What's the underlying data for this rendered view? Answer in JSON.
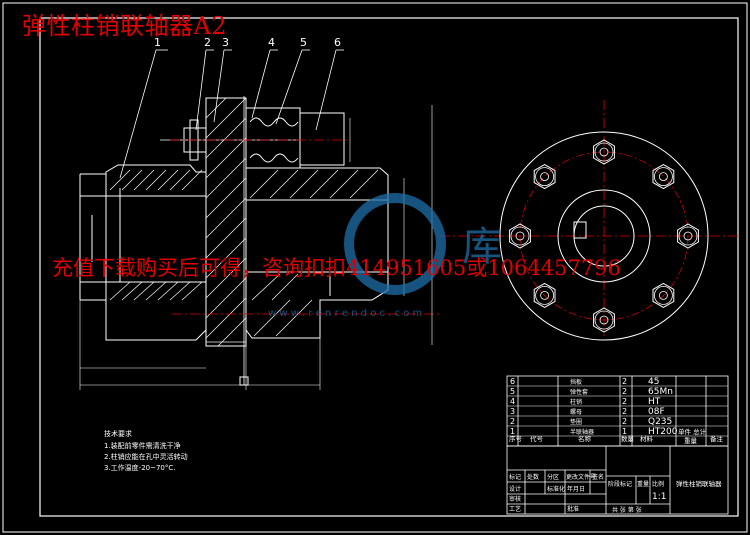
{
  "drawing": {
    "title": "弹性柱销联轴器A2",
    "watermark_text": "充值下载购买后可得，咨询扣扣414951605或1064457796",
    "watermark_site": "w w w . r e n r e n d o c . c o m",
    "colors": {
      "background": "#000000",
      "line": "#ffffff",
      "accent": "#e00000",
      "centerline": "#e00000",
      "watermark": "#1e6fa8"
    }
  },
  "part_callouts": [
    "1",
    "2",
    "3",
    "4",
    "5",
    "6"
  ],
  "notes": {
    "heading": "技术要求",
    "lines": [
      "1.装配前零件需清洗干净",
      "2.柱销应能在孔中灵活转动",
      "3.工作温度-20~70°C."
    ]
  },
  "parts_list": [
    {
      "no": "6",
      "name": "挡板",
      "qty": "2",
      "material": "45"
    },
    {
      "no": "5",
      "name": "弹性套",
      "qty": "2",
      "material": "65Mn"
    },
    {
      "no": "4",
      "name": "柱销",
      "qty": "2",
      "material": "HT"
    },
    {
      "no": "3",
      "name": "螺母",
      "qty": "2",
      "material": "08F"
    },
    {
      "no": "2",
      "name": "垫圈",
      "qty": "2",
      "material": "Q235"
    },
    {
      "no": "1",
      "name": "半联轴器",
      "qty": "1",
      "material": "HT200"
    }
  ],
  "parts_header": {
    "no": "序号",
    "code": "代号",
    "name": "名称",
    "qty": "数量",
    "material": "材料",
    "weight": "单件 总计",
    "weight_sub": "重量",
    "note": "备注"
  },
  "title_block": {
    "name": "弹性柱销联轴器",
    "scale": "1:1",
    "sheet": "共 张 第 张",
    "stage_label": "阶段标记",
    "weight_label": "重量",
    "scale_label": "比例",
    "rows": [
      "标记",
      "处数",
      "分区",
      "更改文件号",
      "签名",
      "年月日"
    ],
    "roles": [
      "设计",
      "审核",
      "工艺",
      "标准化",
      "批准"
    ]
  }
}
